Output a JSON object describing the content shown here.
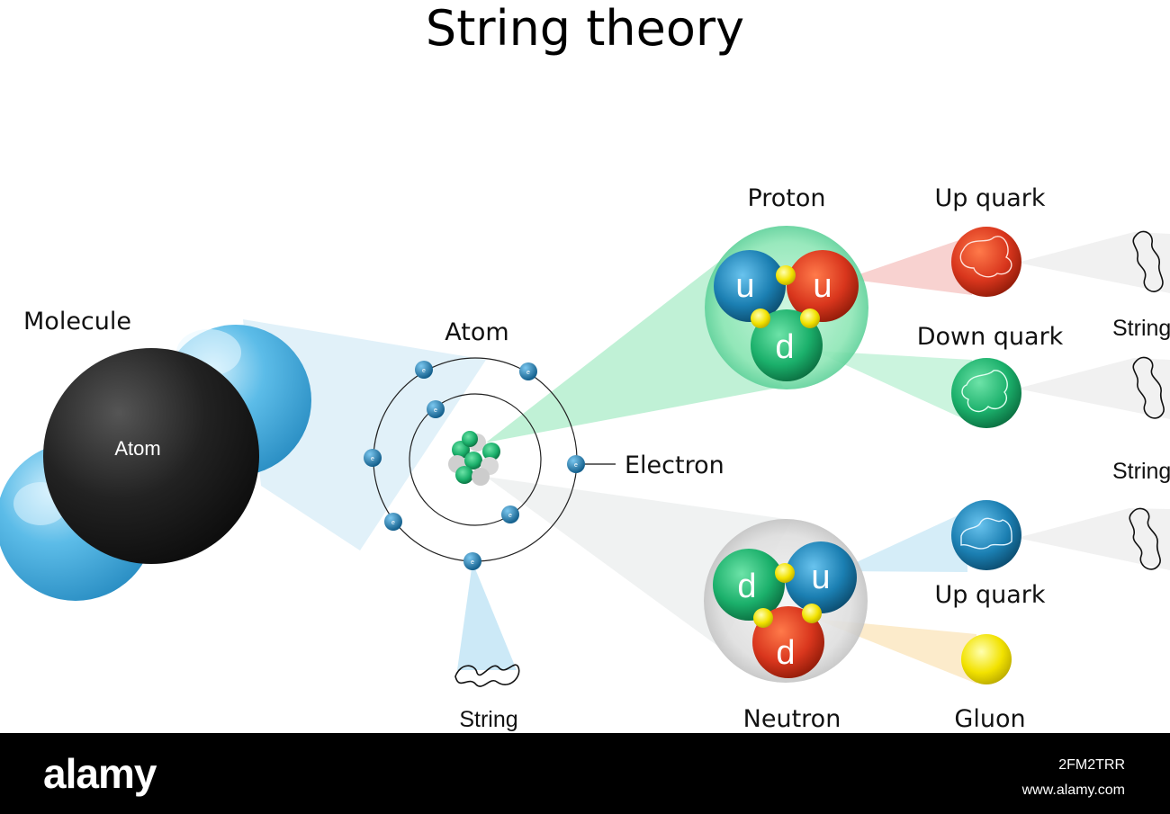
{
  "title": "String theory",
  "labels": {
    "molecule": "Molecule",
    "molecule_atom": "Atom",
    "atom": "Atom",
    "electron": "Electron",
    "proton": "Proton",
    "neutron": "Neutron",
    "up_quark_top": "Up quark",
    "down_quark": "Down quark",
    "up_quark_bottom": "Up quark",
    "gluon": "Gluon",
    "string_right_1": "String",
    "string_right_2": "String",
    "string_bottom": "String"
  },
  "quark_letters": {
    "up": "u",
    "down": "d"
  },
  "electron_letter": "e",
  "colors": {
    "molecule_blue": "#4aaedf",
    "molecule_black": "#1b1b1b",
    "up_quark_red": "#d9361d",
    "down_quark_green": "#1bb06b",
    "quark_blue": "#1b7fb2",
    "gluon_yellow": "#f2e200",
    "electron_blue": "#1b83bf"
  },
  "footer": {
    "logo": "alamy",
    "image_id": "2FM2TRR",
    "site": "www.alamy.com"
  }
}
